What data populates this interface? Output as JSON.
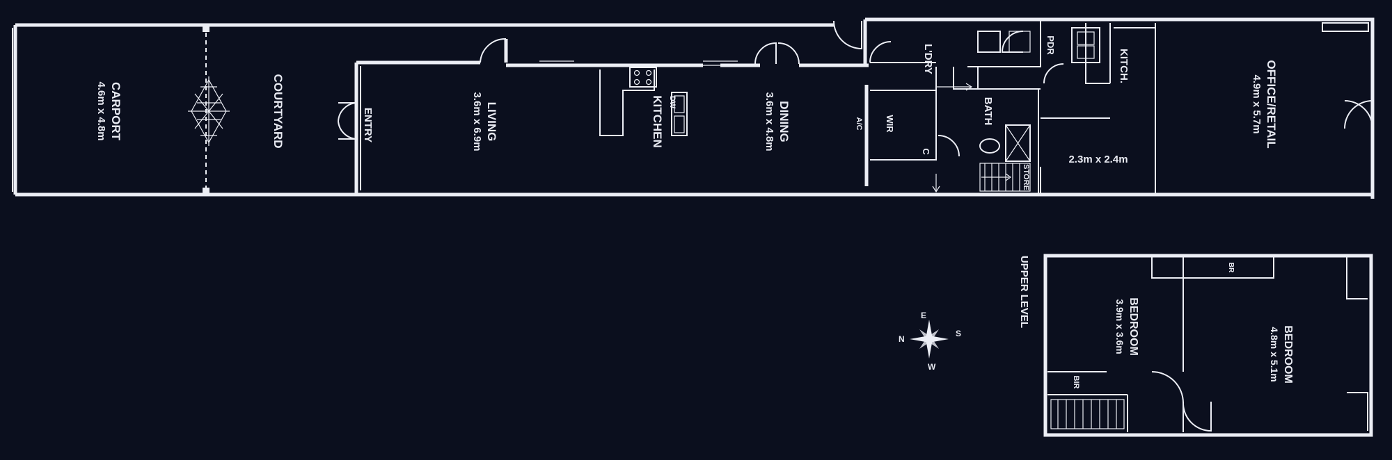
{
  "colors": {
    "background": "#0b0f1e",
    "line": "#eceef5"
  },
  "rooms": {
    "carport": {
      "name": "CARPORT",
      "size": "4.6m x 4.8m"
    },
    "courtyard": {
      "name": "COURTYARD"
    },
    "entry": {
      "name": "ENTRY"
    },
    "living": {
      "name": "LIVING",
      "size": "3.6m x 6.9m"
    },
    "kitchen": {
      "name": "KITCHEN",
      "appliance": "DW"
    },
    "dining": {
      "name": "DINING",
      "size": "3.6m x 4.8m"
    },
    "ldry": {
      "name": "L'DRY"
    },
    "pdr": {
      "name": "PDR"
    },
    "kitch": {
      "name": "KITCH."
    },
    "office": {
      "name": "OFFICE/RETAIL",
      "size": "4.9m x 5.7m"
    },
    "ac": {
      "name": "A/C"
    },
    "wir": {
      "name": "WIR"
    },
    "c": {
      "name": "C"
    },
    "bath": {
      "name": "BATH"
    },
    "store": {
      "name": "STORE"
    },
    "room_small": {
      "size": "2.3m x 2.4m"
    }
  },
  "upper": {
    "label": "UPPER LEVEL",
    "bedroom1": {
      "name": "BEDROOM",
      "size": "3.9m x 3.6m"
    },
    "bedroom2": {
      "name": "BEDROOM",
      "size": "4.8m x 5.1m"
    },
    "bir": "BIR",
    "br": "BR"
  },
  "compass": {
    "n": "N",
    "s": "S",
    "e": "E",
    "w": "W",
    "icon": "compass-rose-icon"
  }
}
